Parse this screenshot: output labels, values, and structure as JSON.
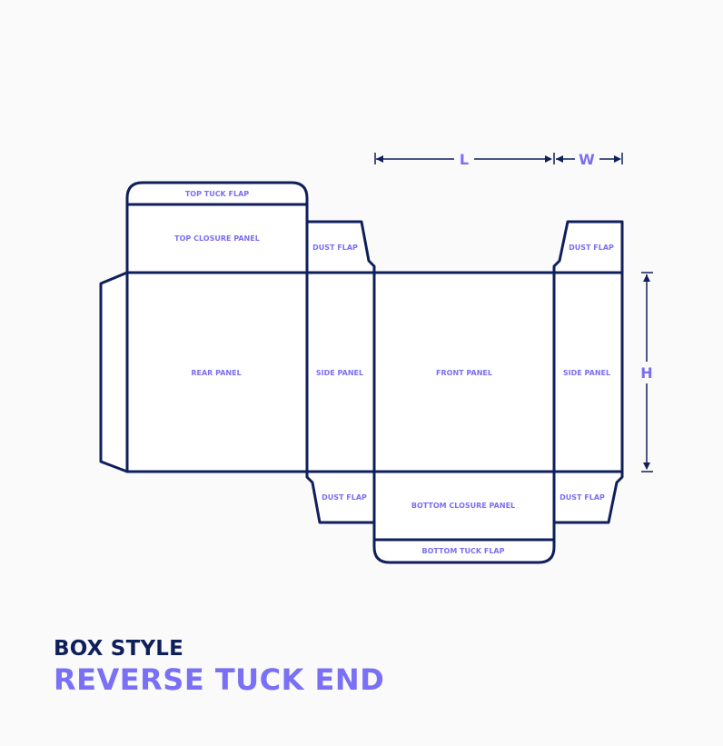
{
  "colors": {
    "background": "#fafafa",
    "line": "#0f1f5c",
    "label": "#7b6ff0",
    "title_dark": "#0f1f5c",
    "title_accent": "#7a70f5"
  },
  "dimensions": {
    "length": "L",
    "width": "W",
    "height": "H"
  },
  "panels": {
    "top_tuck_flap": "TOP TUCK FLAP",
    "top_closure_panel": "TOP CLOSURE PANEL",
    "dust_flap_top_left": "DUST FLAP",
    "dust_flap_top_right": "DUST FLAP",
    "rear_panel": "REAR PANEL",
    "side_panel_left": "SIDE PANEL",
    "front_panel": "FRONT PANEL",
    "side_panel_right": "SIDE PANEL",
    "dust_flap_bottom_left": "DUST FLAP",
    "bottom_closure_panel": "BOTTOM CLOSURE PANEL",
    "dust_flap_bottom_right": "DUST FLAP",
    "bottom_tuck_flap": "BOTTOM TUCK FLAP"
  },
  "title": {
    "subtitle": "BOX STYLE",
    "main": "REVERSE TUCK END"
  }
}
